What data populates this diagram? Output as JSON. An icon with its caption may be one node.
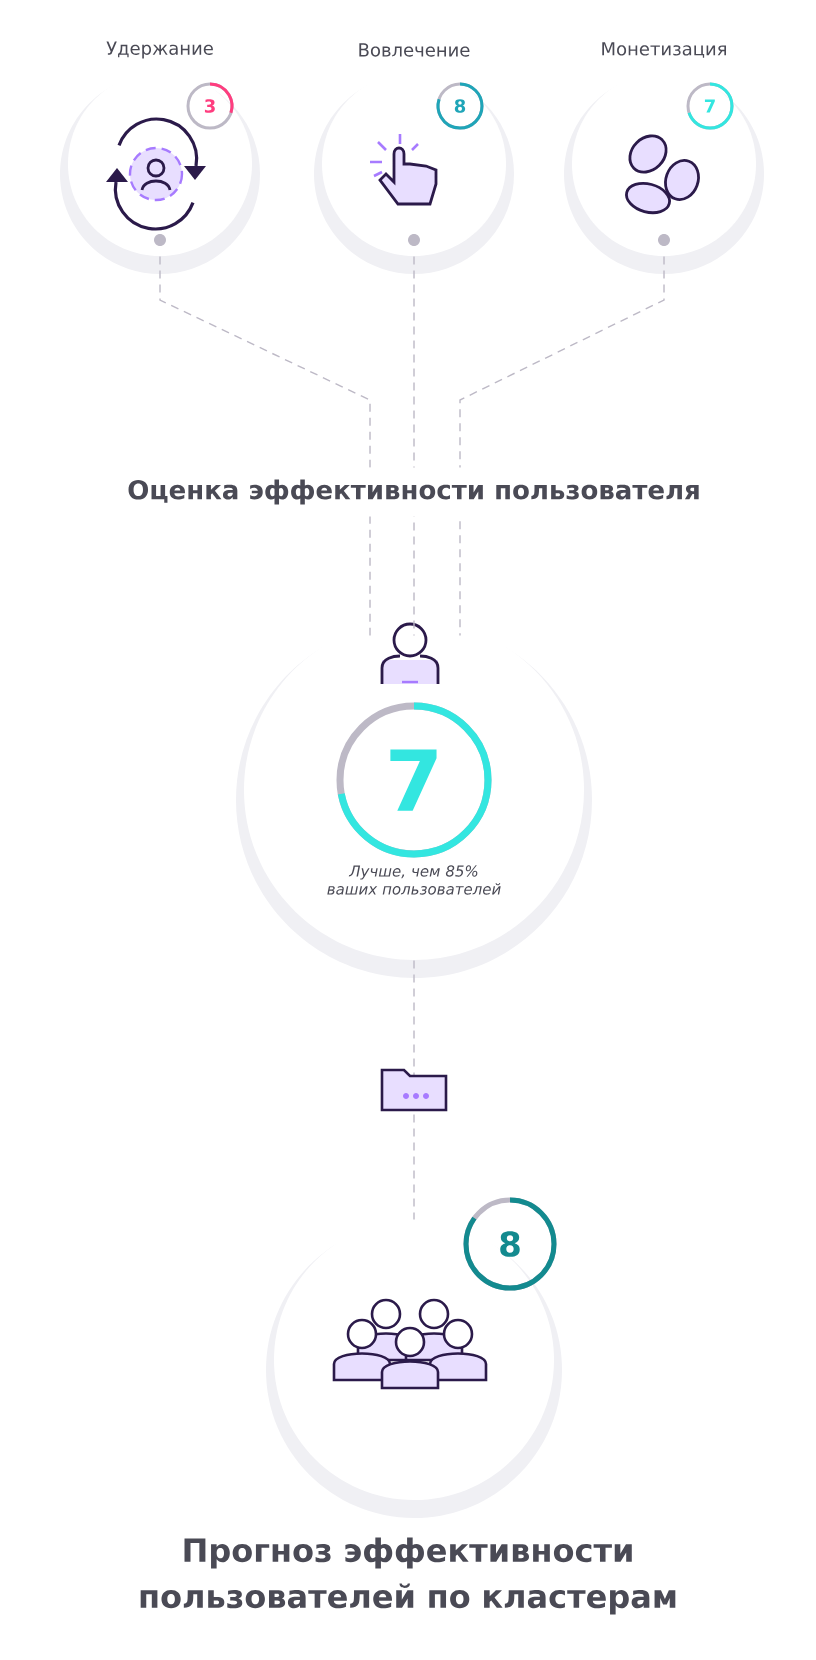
{
  "diagram": {
    "nodes": [
      {
        "text": [
          "Удержание",
          "3"
        ]
      },
      {
        "text": [
          "Вовлечение",
          "8"
        ]
      },
      {
        "text": [
          "Монетизация",
          "7"
        ]
      },
      {
        "text": [
          "7",
          "Лучше, чем  85% ваших пользователей"
        ]
      },
      {
        "text": [
          "8"
        ]
      }
    ],
    "edges": [
      {
        "from": 0,
        "to": 3,
        "arrow": "none",
        "style": "dashed"
      },
      {
        "from": 1,
        "to": 3,
        "arrow": "none",
        "style": "dashed"
      },
      {
        "from": 2,
        "to": 3,
        "arrow": "none",
        "style": "dashed"
      },
      {
        "from": 3,
        "to": 4,
        "arrow": "none",
        "style": "dashed"
      }
    ],
    "labels": [
      "Оценка эффективности пользователя",
      "Прогноз эффективности пользователей по кластерам"
    ]
  }
}
